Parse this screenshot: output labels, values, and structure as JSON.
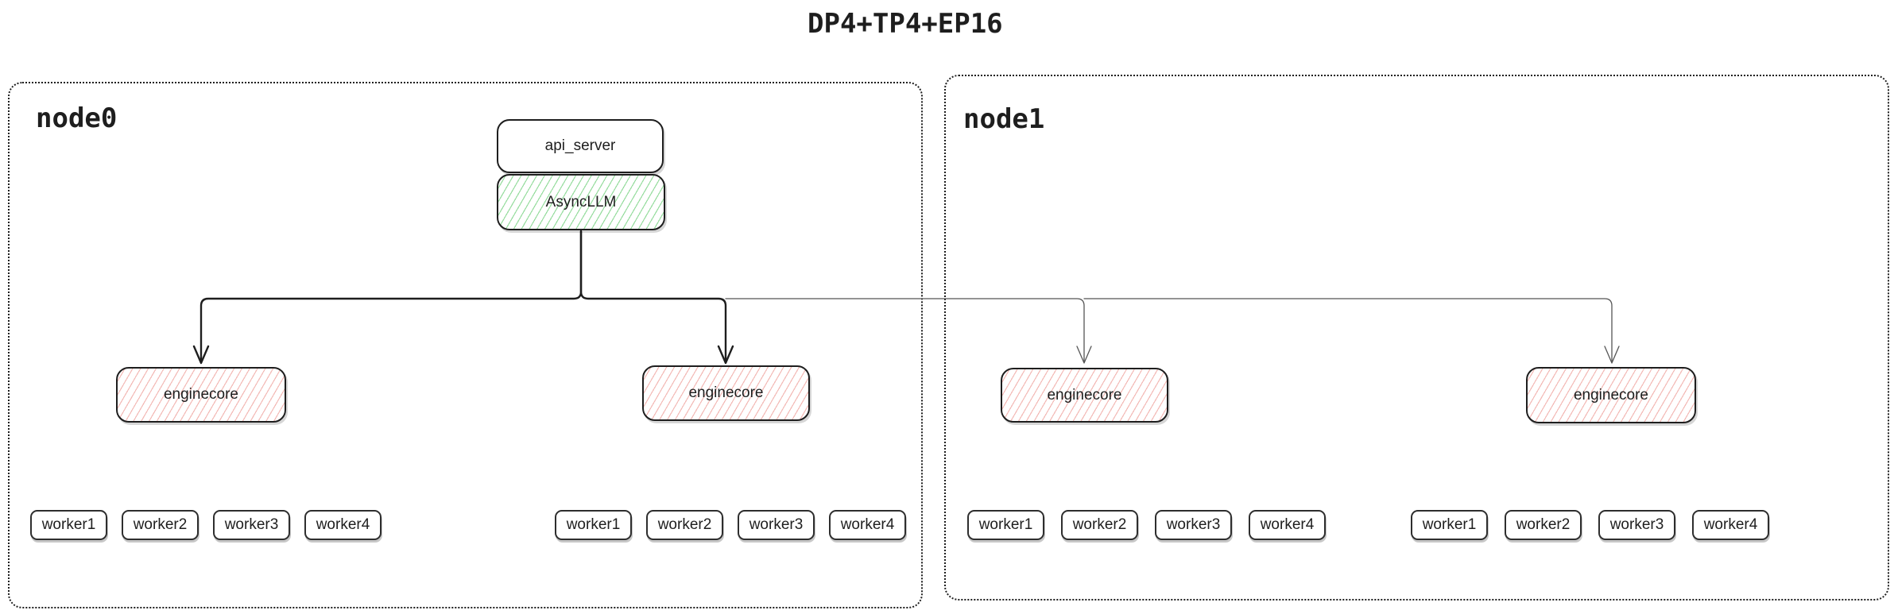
{
  "title": "DP4+TP4+EP16",
  "colors": {
    "background": "#ffffff",
    "ink": "#1e1e1e",
    "thin_ink": "#555555",
    "green_hatch": "#96dc9e",
    "red_hatch": "#f3b9b5"
  },
  "nodes": [
    {
      "label": "node0",
      "api_server_label": "api_server",
      "asyncllm_label": "AsyncLLM",
      "enginecores": [
        "enginecore",
        "enginecore"
      ],
      "worker_groups": [
        [
          "worker1",
          "worker2",
          "worker3",
          "worker4"
        ],
        [
          "worker1",
          "worker2",
          "worker3",
          "worker4"
        ]
      ]
    },
    {
      "label": "node1",
      "enginecores": [
        "enginecore",
        "enginecore"
      ],
      "worker_groups": [
        [
          "worker1",
          "worker2",
          "worker3",
          "worker4"
        ],
        [
          "worker1",
          "worker2",
          "worker3",
          "worker4"
        ]
      ]
    }
  ]
}
